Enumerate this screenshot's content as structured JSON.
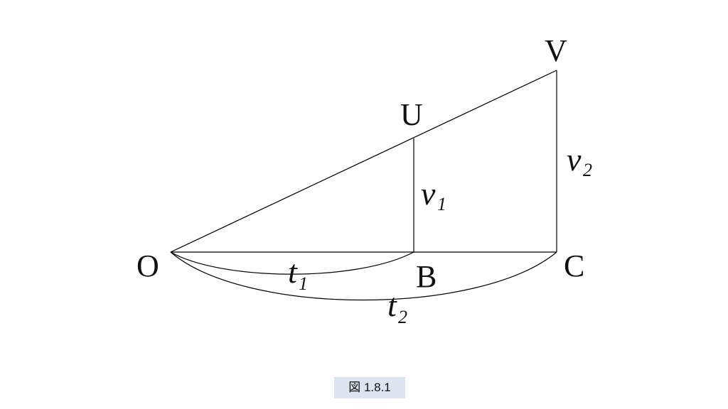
{
  "points": {
    "O": "O",
    "B": "B",
    "C": "C",
    "U": "U",
    "V": "V"
  },
  "labels": {
    "v1": {
      "base": "v",
      "sub": "1"
    },
    "v2": {
      "base": "v",
      "sub": "2"
    },
    "t1": {
      "base": "t",
      "sub": "1"
    },
    "t2": {
      "base": "t",
      "sub": "2"
    }
  },
  "caption": "図 1.8.1"
}
